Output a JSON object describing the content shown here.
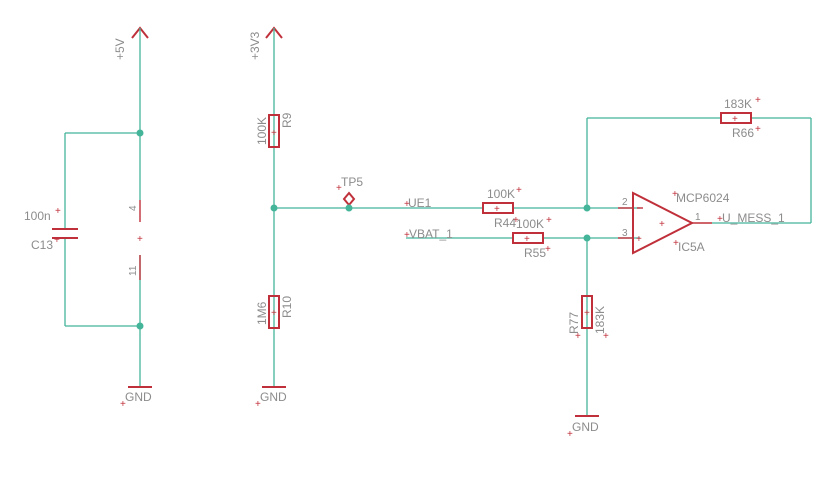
{
  "power": {
    "v5": "+5V",
    "v3v3": "+3V3",
    "gnd1": "GND",
    "gnd2": "GND",
    "gnd3": "GND"
  },
  "components": {
    "c13": {
      "ref": "C13",
      "value": "100n"
    },
    "r9": {
      "ref": "R9",
      "value": "100K"
    },
    "r10": {
      "ref": "R10",
      "value": "1M6"
    },
    "r44": {
      "ref": "R44",
      "value": "100K"
    },
    "r55": {
      "ref": "R55",
      "value": "100K"
    },
    "r66": {
      "ref": "R66",
      "value": "183K"
    },
    "r77": {
      "ref": "R77",
      "value": "183K"
    },
    "opamp": {
      "ref": "IC5A",
      "value": "MCP6024",
      "pin_minus": "2",
      "pin_plus": "3",
      "pin_out": "1",
      "pin_vdd": "4",
      "pin_vss": "11"
    },
    "tp5": {
      "ref": "TP5"
    }
  },
  "nets": {
    "ue1": "UE1",
    "vbat": "VBAT_1",
    "umess": "U_MESS_1"
  }
}
